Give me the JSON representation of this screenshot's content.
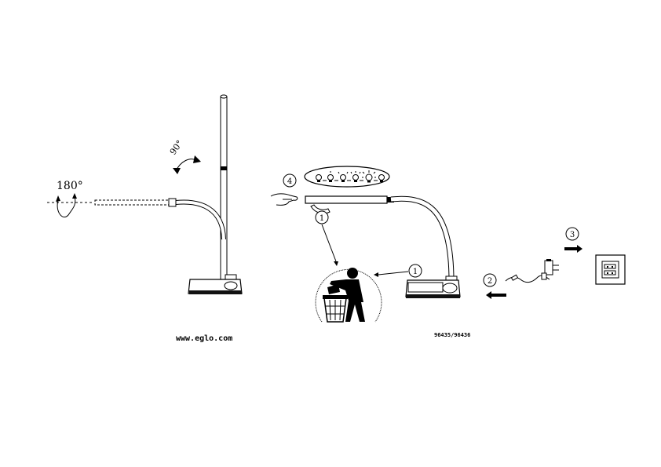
{
  "rotation_180": "180°",
  "rotation_90": "90°",
  "step_1a": "1",
  "step_1b": "1",
  "step_2": "2",
  "step_3": "3",
  "step_4": "4",
  "website": "www.eglo.com",
  "model_numbers": "96435/96436"
}
